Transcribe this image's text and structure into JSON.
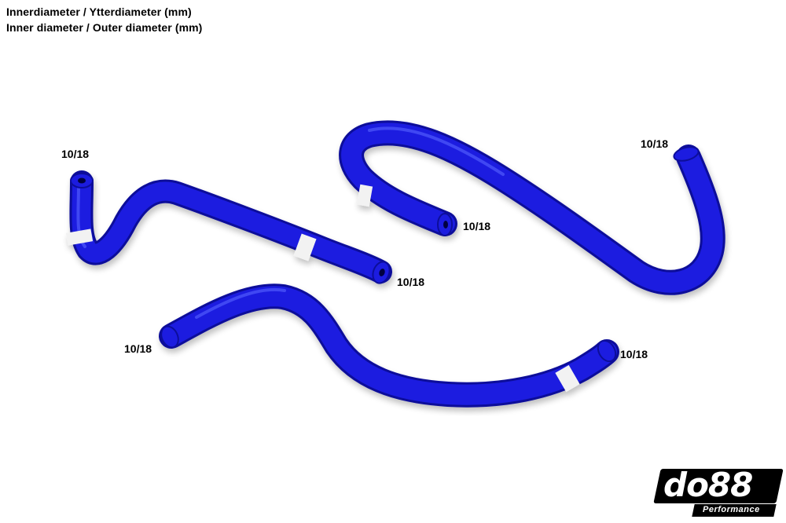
{
  "header": {
    "line1": "Innerdiameter / Ytterdiameter (mm)",
    "line2": "Inner diameter / Outer diameter (mm)"
  },
  "labels": {
    "hose1_top": "10/18",
    "hose1_end": "10/18",
    "hose2_inner": "10/18",
    "hose2_top": "10/18",
    "hose3_left": "10/18",
    "hose3_right": "10/18"
  },
  "logo": {
    "brand": "do88",
    "tagline": "Performance"
  },
  "colors": {
    "hose": "#1a1ee0",
    "hose_dark": "#0c0f9a",
    "background": "#ffffff"
  }
}
